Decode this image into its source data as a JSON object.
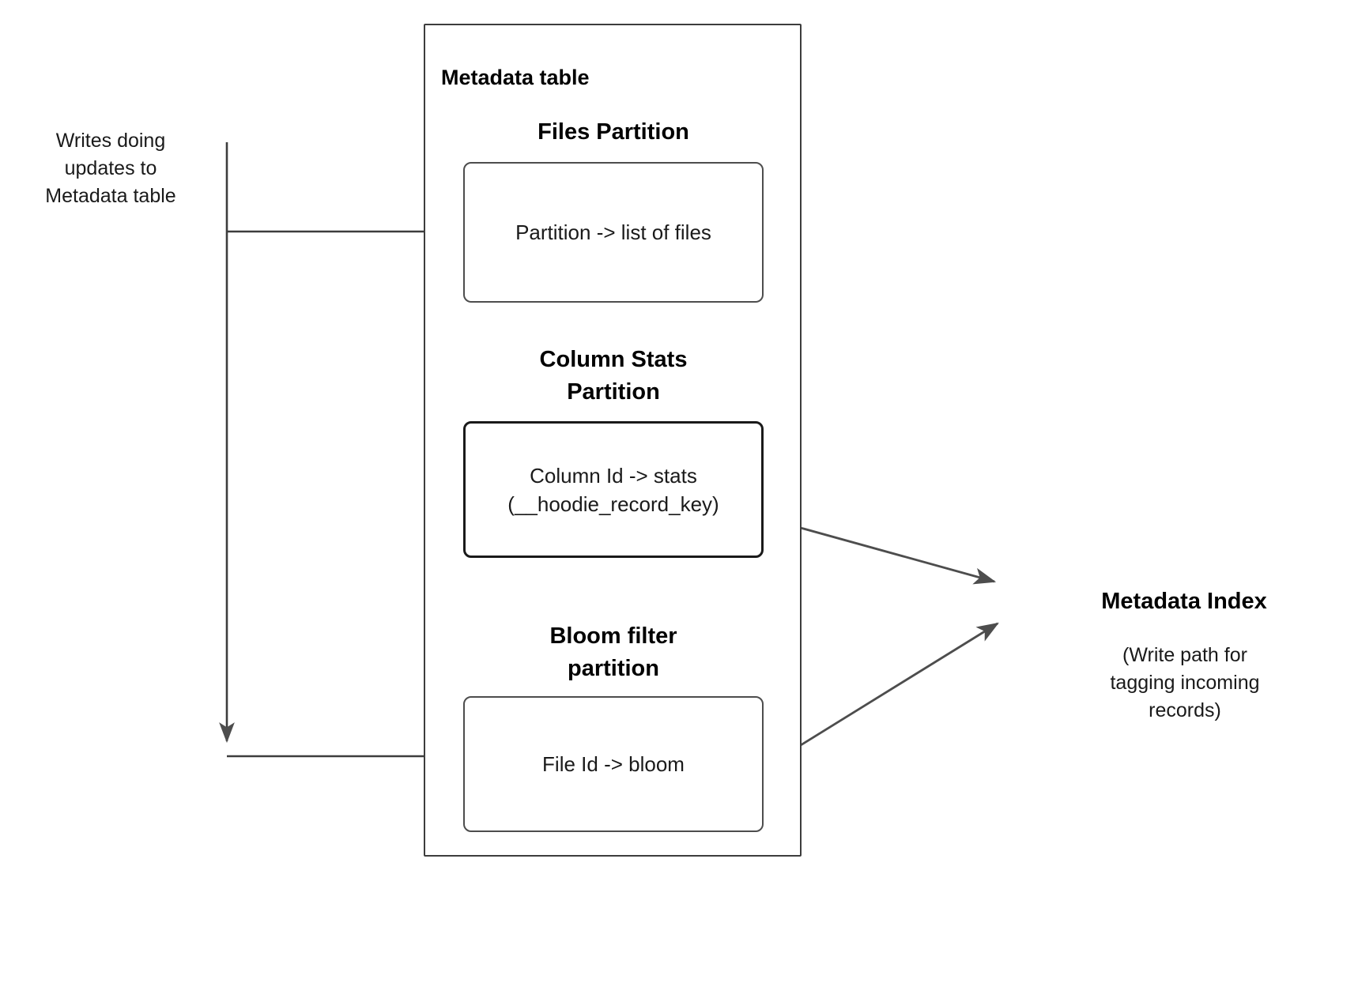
{
  "diagram": {
    "left_note": {
      "lines": [
        "Writes doing",
        "updates to",
        "Metadata table"
      ]
    },
    "metadata_table": {
      "title": "Metadata table",
      "sections": [
        {
          "heading_lines": [
            "Files Partition"
          ],
          "box_lines": [
            "Partition -> list of files"
          ]
        },
        {
          "heading_lines": [
            "Column Stats",
            "Partition"
          ],
          "box_lines": [
            "Column Id  -> stats",
            "(__hoodie_record_key)"
          ]
        },
        {
          "heading_lines": [
            "Bloom filter",
            "partition"
          ],
          "box_lines": [
            "File Id -> bloom"
          ]
        }
      ]
    },
    "metadata_index": {
      "title": "Metadata Index",
      "note_lines": [
        "(Write path for",
        "tagging incoming",
        "records)"
      ]
    },
    "colors": {
      "stroke": "#4d4d4d",
      "stroke_strong": "#1a1a1a",
      "arrow": "#4d4d4d",
      "text": "#000000",
      "background": "#ffffff"
    },
    "connectors": [
      {
        "name": "writes-to-files-partition",
        "kind": "elbow-line"
      },
      {
        "name": "writes-to-bloom-partition",
        "kind": "elbow-arrow"
      },
      {
        "name": "column-stats-to-metadata-index",
        "kind": "arrow"
      },
      {
        "name": "bloom-to-metadata-index",
        "kind": "arrow"
      }
    ]
  }
}
